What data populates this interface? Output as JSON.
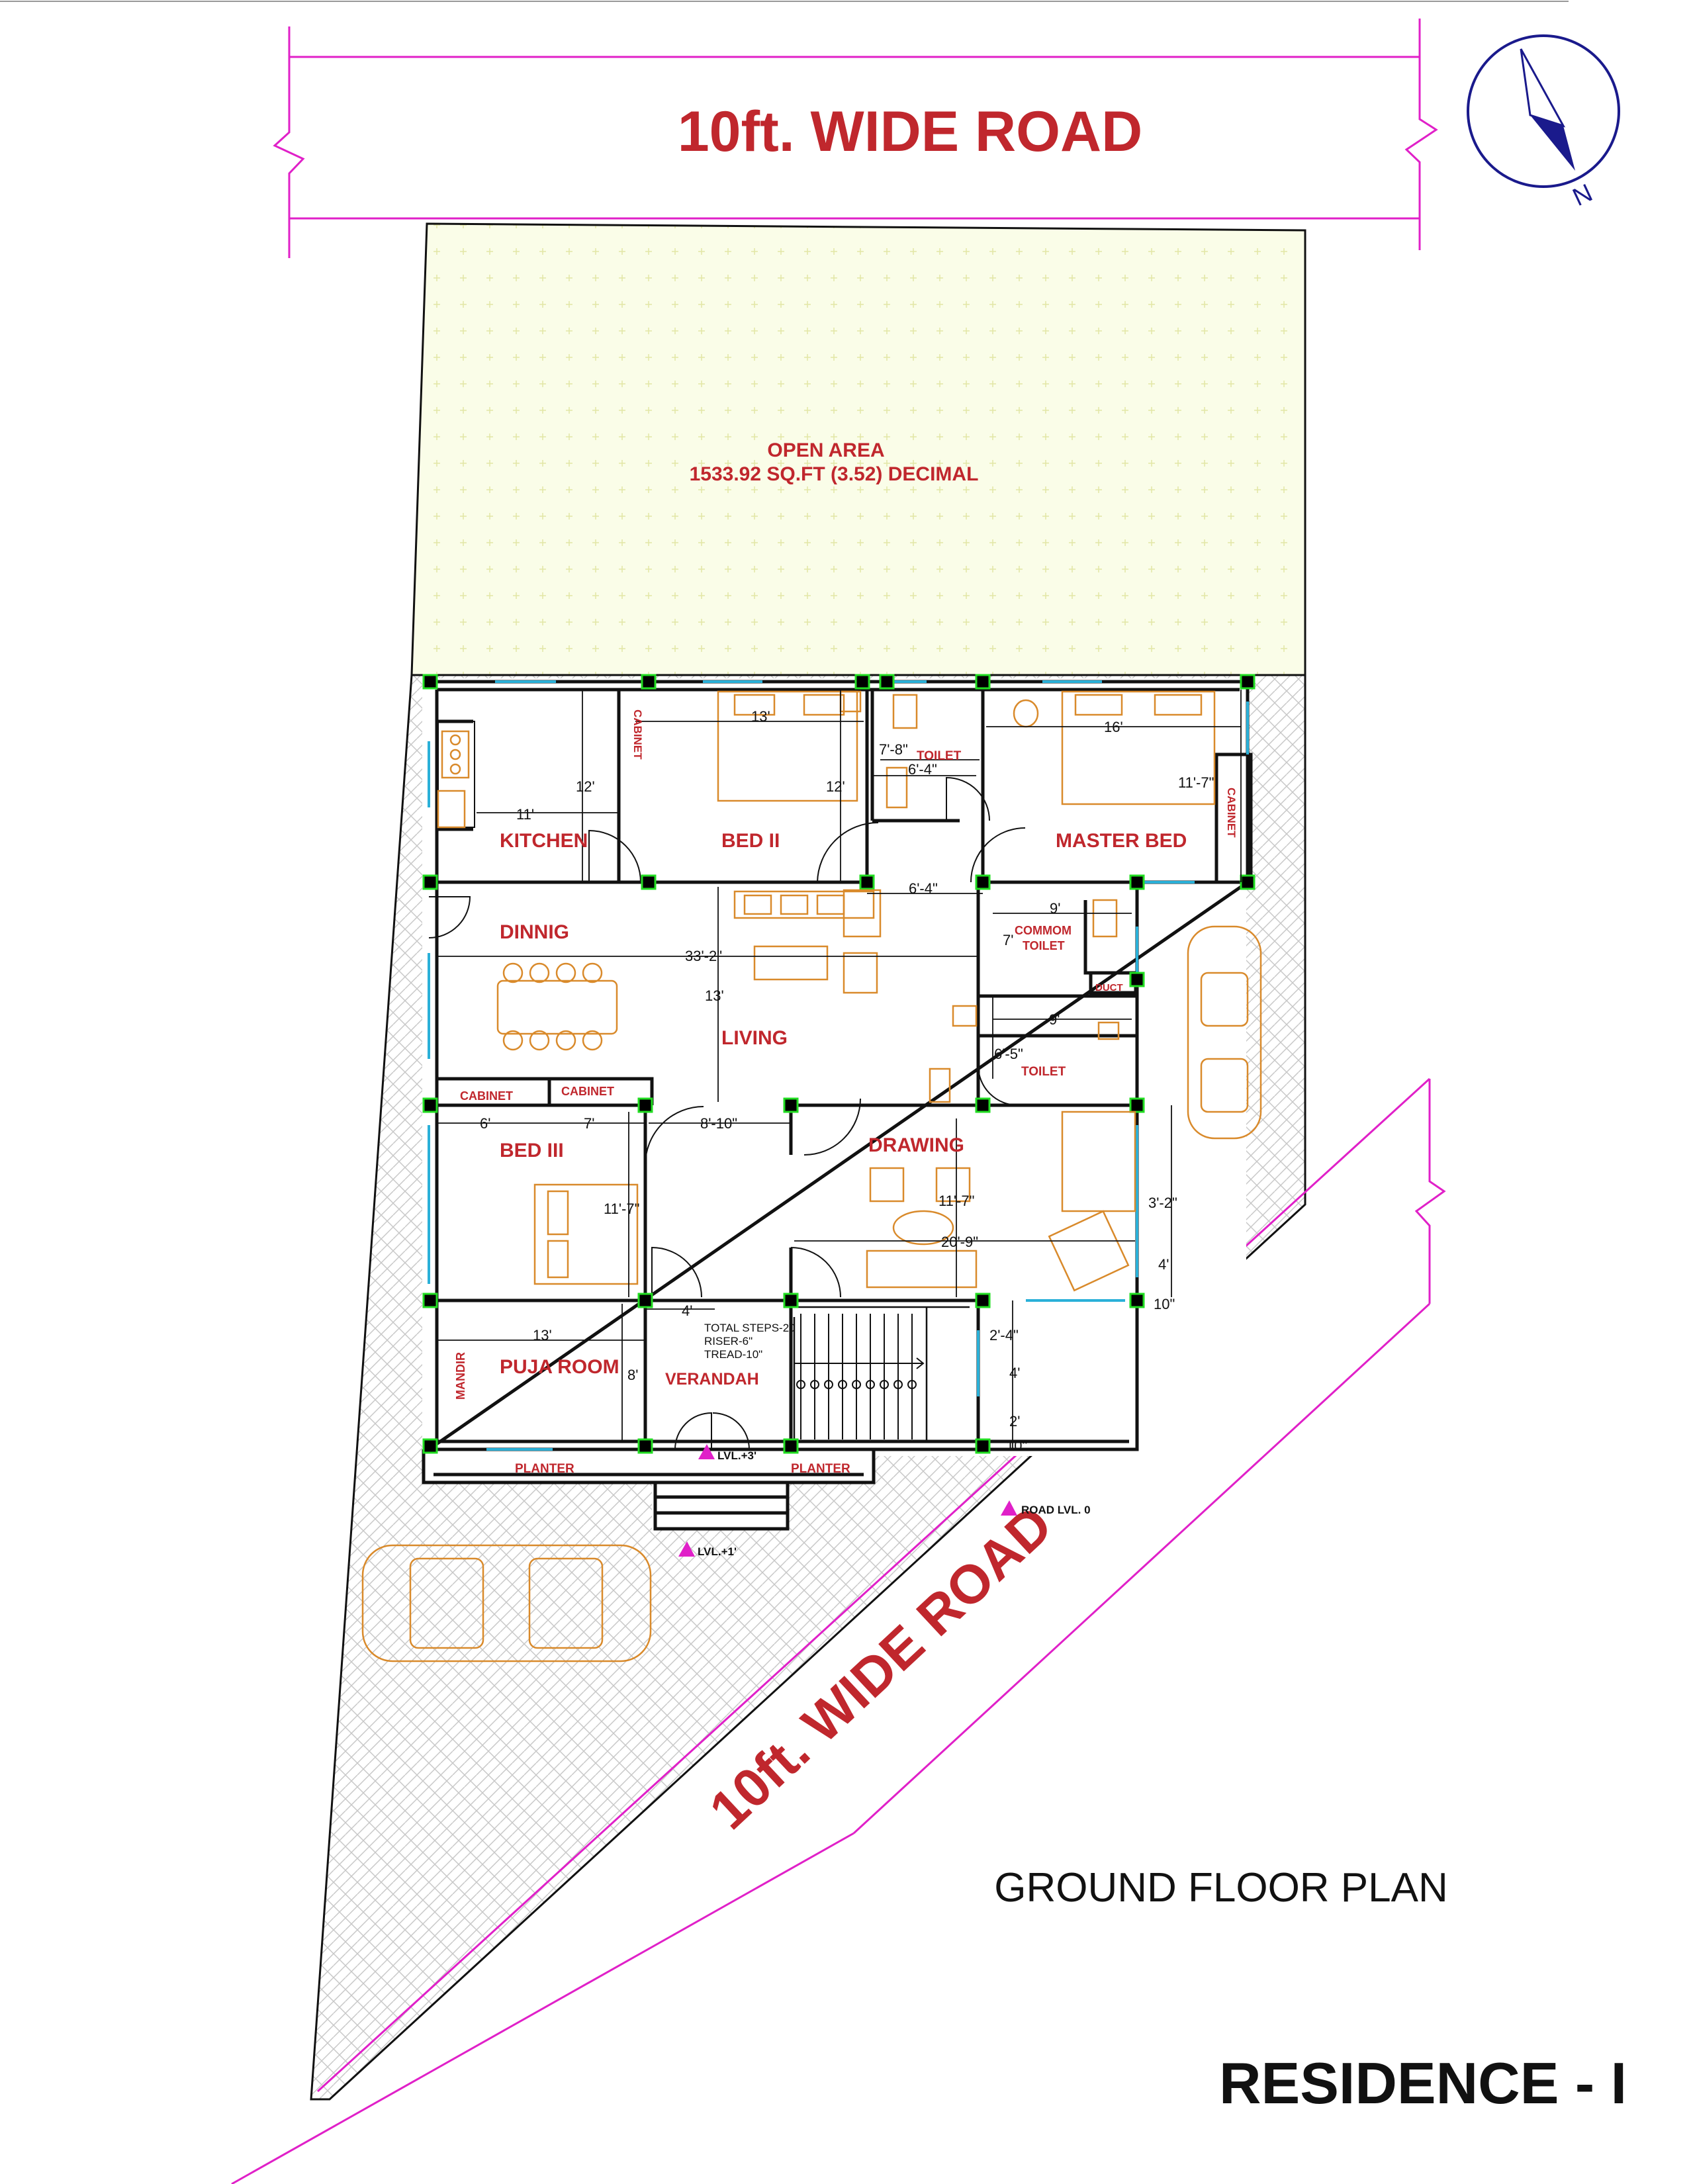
{
  "colors": {
    "title_red": "#c0272d",
    "road_line": "#e020c8",
    "wall": "#111111",
    "column": "#000000",
    "column_outline": "#22dd22",
    "furniture": "#d98a2b",
    "window": "#2ab0d8",
    "open_area_fill": "#fafde8",
    "compass": "#1a1a8c"
  },
  "top_road": "10ft. WIDE ROAD",
  "diagonal_road": "10ft. WIDE ROAD",
  "compass": {
    "label": "N",
    "icon": "north-arrow-icon"
  },
  "open_area": {
    "title": "OPEN AREA",
    "area": "1533.92 SQ.FT (3.52) DECIMAL"
  },
  "rooms": {
    "kitchen": "KITCHEN",
    "bed2": "BED II",
    "master_bed": "MASTER BED",
    "toilet1": "TOILET",
    "cabinet1": "CABINET",
    "cabinet2": "CABINET",
    "dinning": "DINNIG",
    "living": "LIVING",
    "common_toilet_1": "COMMOM",
    "common_toilet_2": "TOILET",
    "duct": "DUCT",
    "toilet2": "TOILET",
    "cabinet3": "CABINET",
    "cabinet4": "CABINET",
    "bed3": "BED III",
    "drawing": "DRAWING",
    "puja": "PUJA ROOM",
    "mandir": "MANDIR",
    "verandah": "VERANDAH",
    "planter1": "PLANTER",
    "planter2": "PLANTER"
  },
  "dimensions": {
    "kitchen_w": "11'",
    "kitchen_h": "12'",
    "bed2_w": "13'",
    "bed2_h": "12'",
    "toilet1_w": "7'-8\"",
    "toilet1_h": "6'-4\"",
    "master_w": "16'",
    "master_h": "11'-7\"",
    "passage": "6'-4\"",
    "house_w": "33'-2\"",
    "living_h": "13'",
    "ctoilet_w": "9'",
    "ctoilet_h": "7'",
    "toilet2_w": "9'",
    "toilet2_h": "6'-5\"",
    "bed3_a": "6'",
    "bed3_b": "7'",
    "bed3_c": "8'-10\"",
    "bed3_h": "11'-7\"",
    "drawing_h": "11'-7\"",
    "drawing_w": "20'-9\"",
    "side_a": "3'-2\"",
    "side_b": "4'",
    "side_c": "10\"",
    "puja_w": "13'",
    "puja_h": "8'",
    "ver_w": "4'",
    "stair_a": "2'-4\"",
    "stair_b": "4'",
    "stair_c": "2'",
    "stair_d": "10\""
  },
  "stairs_note": {
    "steps": "TOTAL STEPS-20",
    "riser": "RISER-6\"",
    "tread": "TREAD-10\""
  },
  "levels": {
    "entry": "LVL.+3'",
    "road": "ROAD  LVL.  0",
    "parking": "LVL.+1'"
  },
  "plan_title": "GROUND FLOOR PLAN",
  "residence_title": "RESIDENCE - I"
}
